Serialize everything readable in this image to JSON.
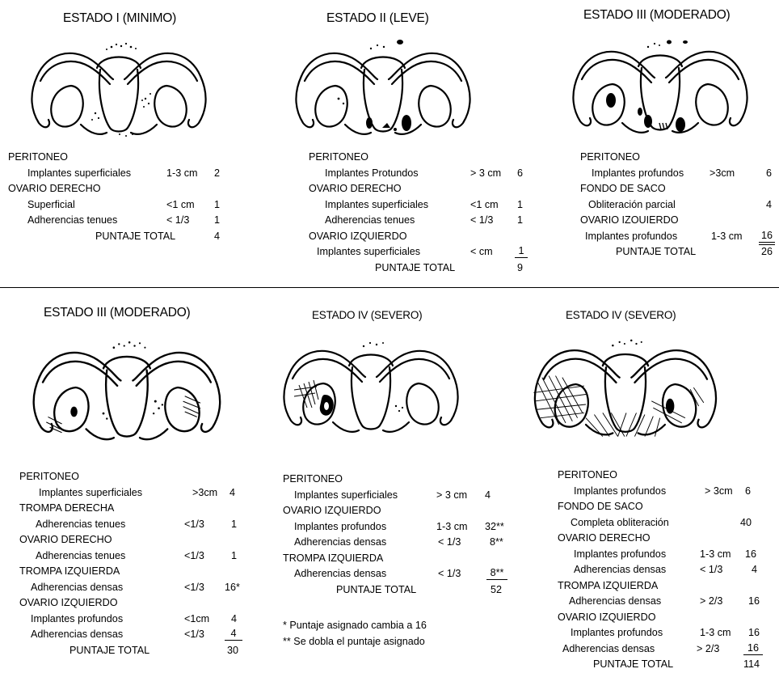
{
  "panels": [
    {
      "title": "ESTADO I (MINIMO)",
      "rows": [
        {
          "cat": "PERITONEO"
        },
        {
          "label": "Implantes superficiales",
          "size": "1-3 cm",
          "points": "2"
        },
        {
          "cat": "OVARIO DERECHO"
        },
        {
          "label": "Superficial",
          "size": "<1 cm",
          "points": "1"
        },
        {
          "label": "Adherencias tenues",
          "size": "< 1/3",
          "points": "1"
        }
      ],
      "total_label": "PUNTAJE TOTAL",
      "total": "4"
    },
    {
      "title": "ESTADO II (LEVE)",
      "rows": [
        {
          "cat": "PERITONEO"
        },
        {
          "label": "Implantes Protundos",
          "size": "> 3 cm",
          "points": "6"
        },
        {
          "cat": "OVARIO DERECHO"
        },
        {
          "label": "Implantes superficiales",
          "size": "<1 cm",
          "points": "1"
        },
        {
          "label": "Adherencias tenues",
          "size": "< 1/3",
          "points": "1"
        },
        {
          "cat": "OVARIO IZQUIERDO"
        },
        {
          "label": "Implantes superficiales",
          "size": "< cm",
          "points": "1"
        }
      ],
      "total_label": "PUNTAJE TOTAL",
      "total": "9"
    },
    {
      "title": "ESTADO III (MODERADO)",
      "rows": [
        {
          "cat": "PERITONEO"
        },
        {
          "label": "Implantes profundos",
          "size": ">3cm",
          "points": "6"
        },
        {
          "cat": "FONDO DE SACO"
        },
        {
          "label": "Obliteración parcial",
          "size": "",
          "points": "4"
        },
        {
          "cat": "OVARIO IZOUIERDO"
        },
        {
          "label": "Implantes profundos",
          "size": "1-3 cm",
          "points": "16"
        }
      ],
      "total_label": "PUNTAJE TOTAL",
      "total": "26"
    },
    {
      "title": "ESTADO III (MODERADO)",
      "rows": [
        {
          "cat": "PERITONEO"
        },
        {
          "label": "Implantes superficiales",
          "size": ">3cm",
          "points": "4"
        },
        {
          "cat": "TROMPA DERECHA"
        },
        {
          "label": "Adherencias tenues",
          "size": "<1/3",
          "points": "1"
        },
        {
          "cat": "OVARIO DERECHO"
        },
        {
          "label": "Adherencias tenues",
          "size": "<1/3",
          "points": "1"
        },
        {
          "cat": "TROMPA IZQUIERDA"
        },
        {
          "label": "Adherencias densas",
          "size": "<1/3",
          "points": "16*"
        },
        {
          "cat": "OVARIO IZQUIERDO"
        },
        {
          "label": "Implantes profundos",
          "size": "<1cm",
          "points": "4"
        },
        {
          "label": "Adherencias densas",
          "size": "<1/3",
          "points": "4"
        }
      ],
      "total_label": "PUNTAJE TOTAL",
      "total": "30"
    },
    {
      "title": "ESTADO IV (SEVERO)",
      "rows": [
        {
          "cat": "PERITONEO"
        },
        {
          "label": "Implantes superficiales",
          "size": "> 3 cm",
          "points": "4"
        },
        {
          "cat": "OVARIO IZQUIERDO"
        },
        {
          "label": "Implantes profundos",
          "size": "1-3 cm",
          "points": "32**"
        },
        {
          "label": "Adherencias densas",
          "size": "< 1/3",
          "points": "8**"
        },
        {
          "cat": "TROMPA IZQUIERDA"
        },
        {
          "label": "Adherencias densas",
          "size": "< 1/3",
          "points": "8**"
        }
      ],
      "total_label": "PUNTAJE TOTAL",
      "total": "52"
    },
    {
      "title": "ESTADO IV (SEVERO)",
      "rows": [
        {
          "cat": "PERITONEO"
        },
        {
          "label": "Implantes profundos",
          "size": "> 3cm",
          "points": "6"
        },
        {
          "cat": "FONDO DE SACO"
        },
        {
          "label": "Completa obliteración",
          "size": "",
          "points": "40"
        },
        {
          "cat": "OVARIO DERECHO"
        },
        {
          "label": "Implantes profundos",
          "size": "1-3 cm",
          "points": "16"
        },
        {
          "label": "Adherencias densas",
          "size": "< 1/3",
          "points": "4"
        },
        {
          "cat": "TROMPA IZQUIERDA"
        },
        {
          "label": "Adherencias densas",
          "size": "> 2/3",
          "points": "16"
        },
        {
          "cat": "OVARIO IZQUIERDO"
        },
        {
          "label": "Implantes profundos",
          "size": "1-3 cm",
          "points": "16"
        },
        {
          "label": "Adherencias densas",
          "size": "> 2/3",
          "points": "16"
        }
      ],
      "total_label": "PUNTAJE TOTAL",
      "total": "114"
    }
  ],
  "notes": [
    "* Puntaje asignado cambia a 16",
    "** Se dobla el puntaje asignado"
  ]
}
